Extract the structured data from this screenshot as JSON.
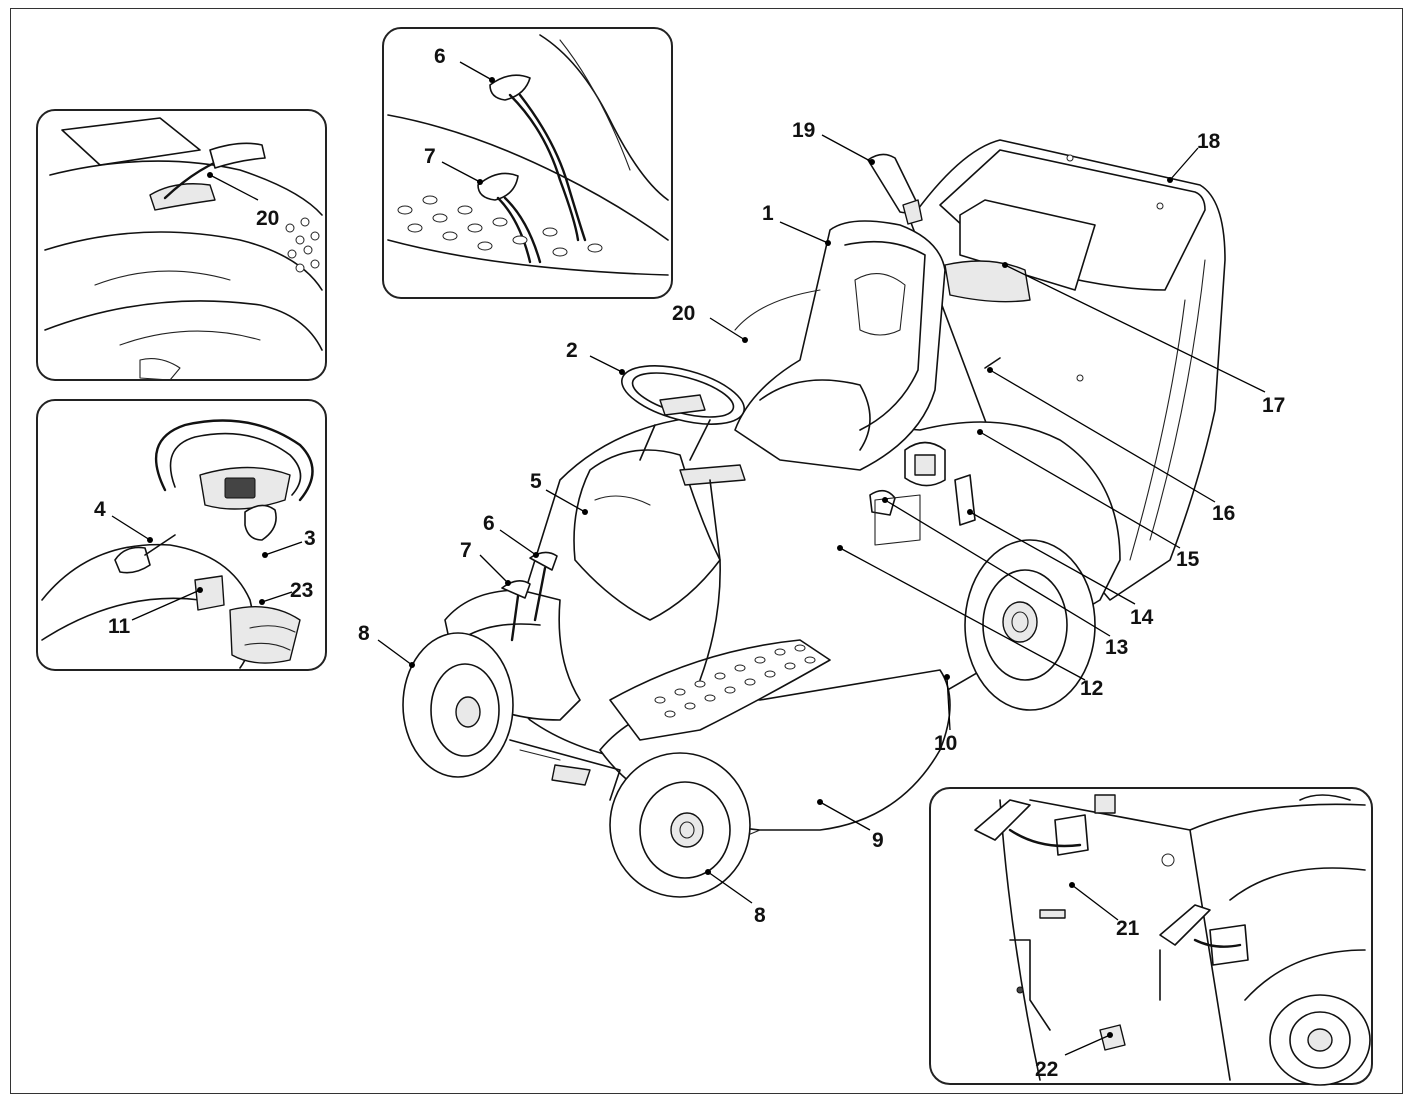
{
  "callouts": {
    "c1": "1",
    "c2": "2",
    "c3": "3",
    "c4": "4",
    "c5": "5",
    "c6_top": "6",
    "c6_main": "6",
    "c7_top": "7",
    "c7_main": "7",
    "c8_left": "8",
    "c8_bottom": "8",
    "c9": "9",
    "c10": "10",
    "c11": "11",
    "c12": "12",
    "c13": "13",
    "c14": "14",
    "c15": "15",
    "c16": "16",
    "c17": "17",
    "c18": "18",
    "c19": "19",
    "c20_inset": "20",
    "c20_main": "20",
    "c21": "21",
    "c22": "22",
    "c23": "23"
  }
}
